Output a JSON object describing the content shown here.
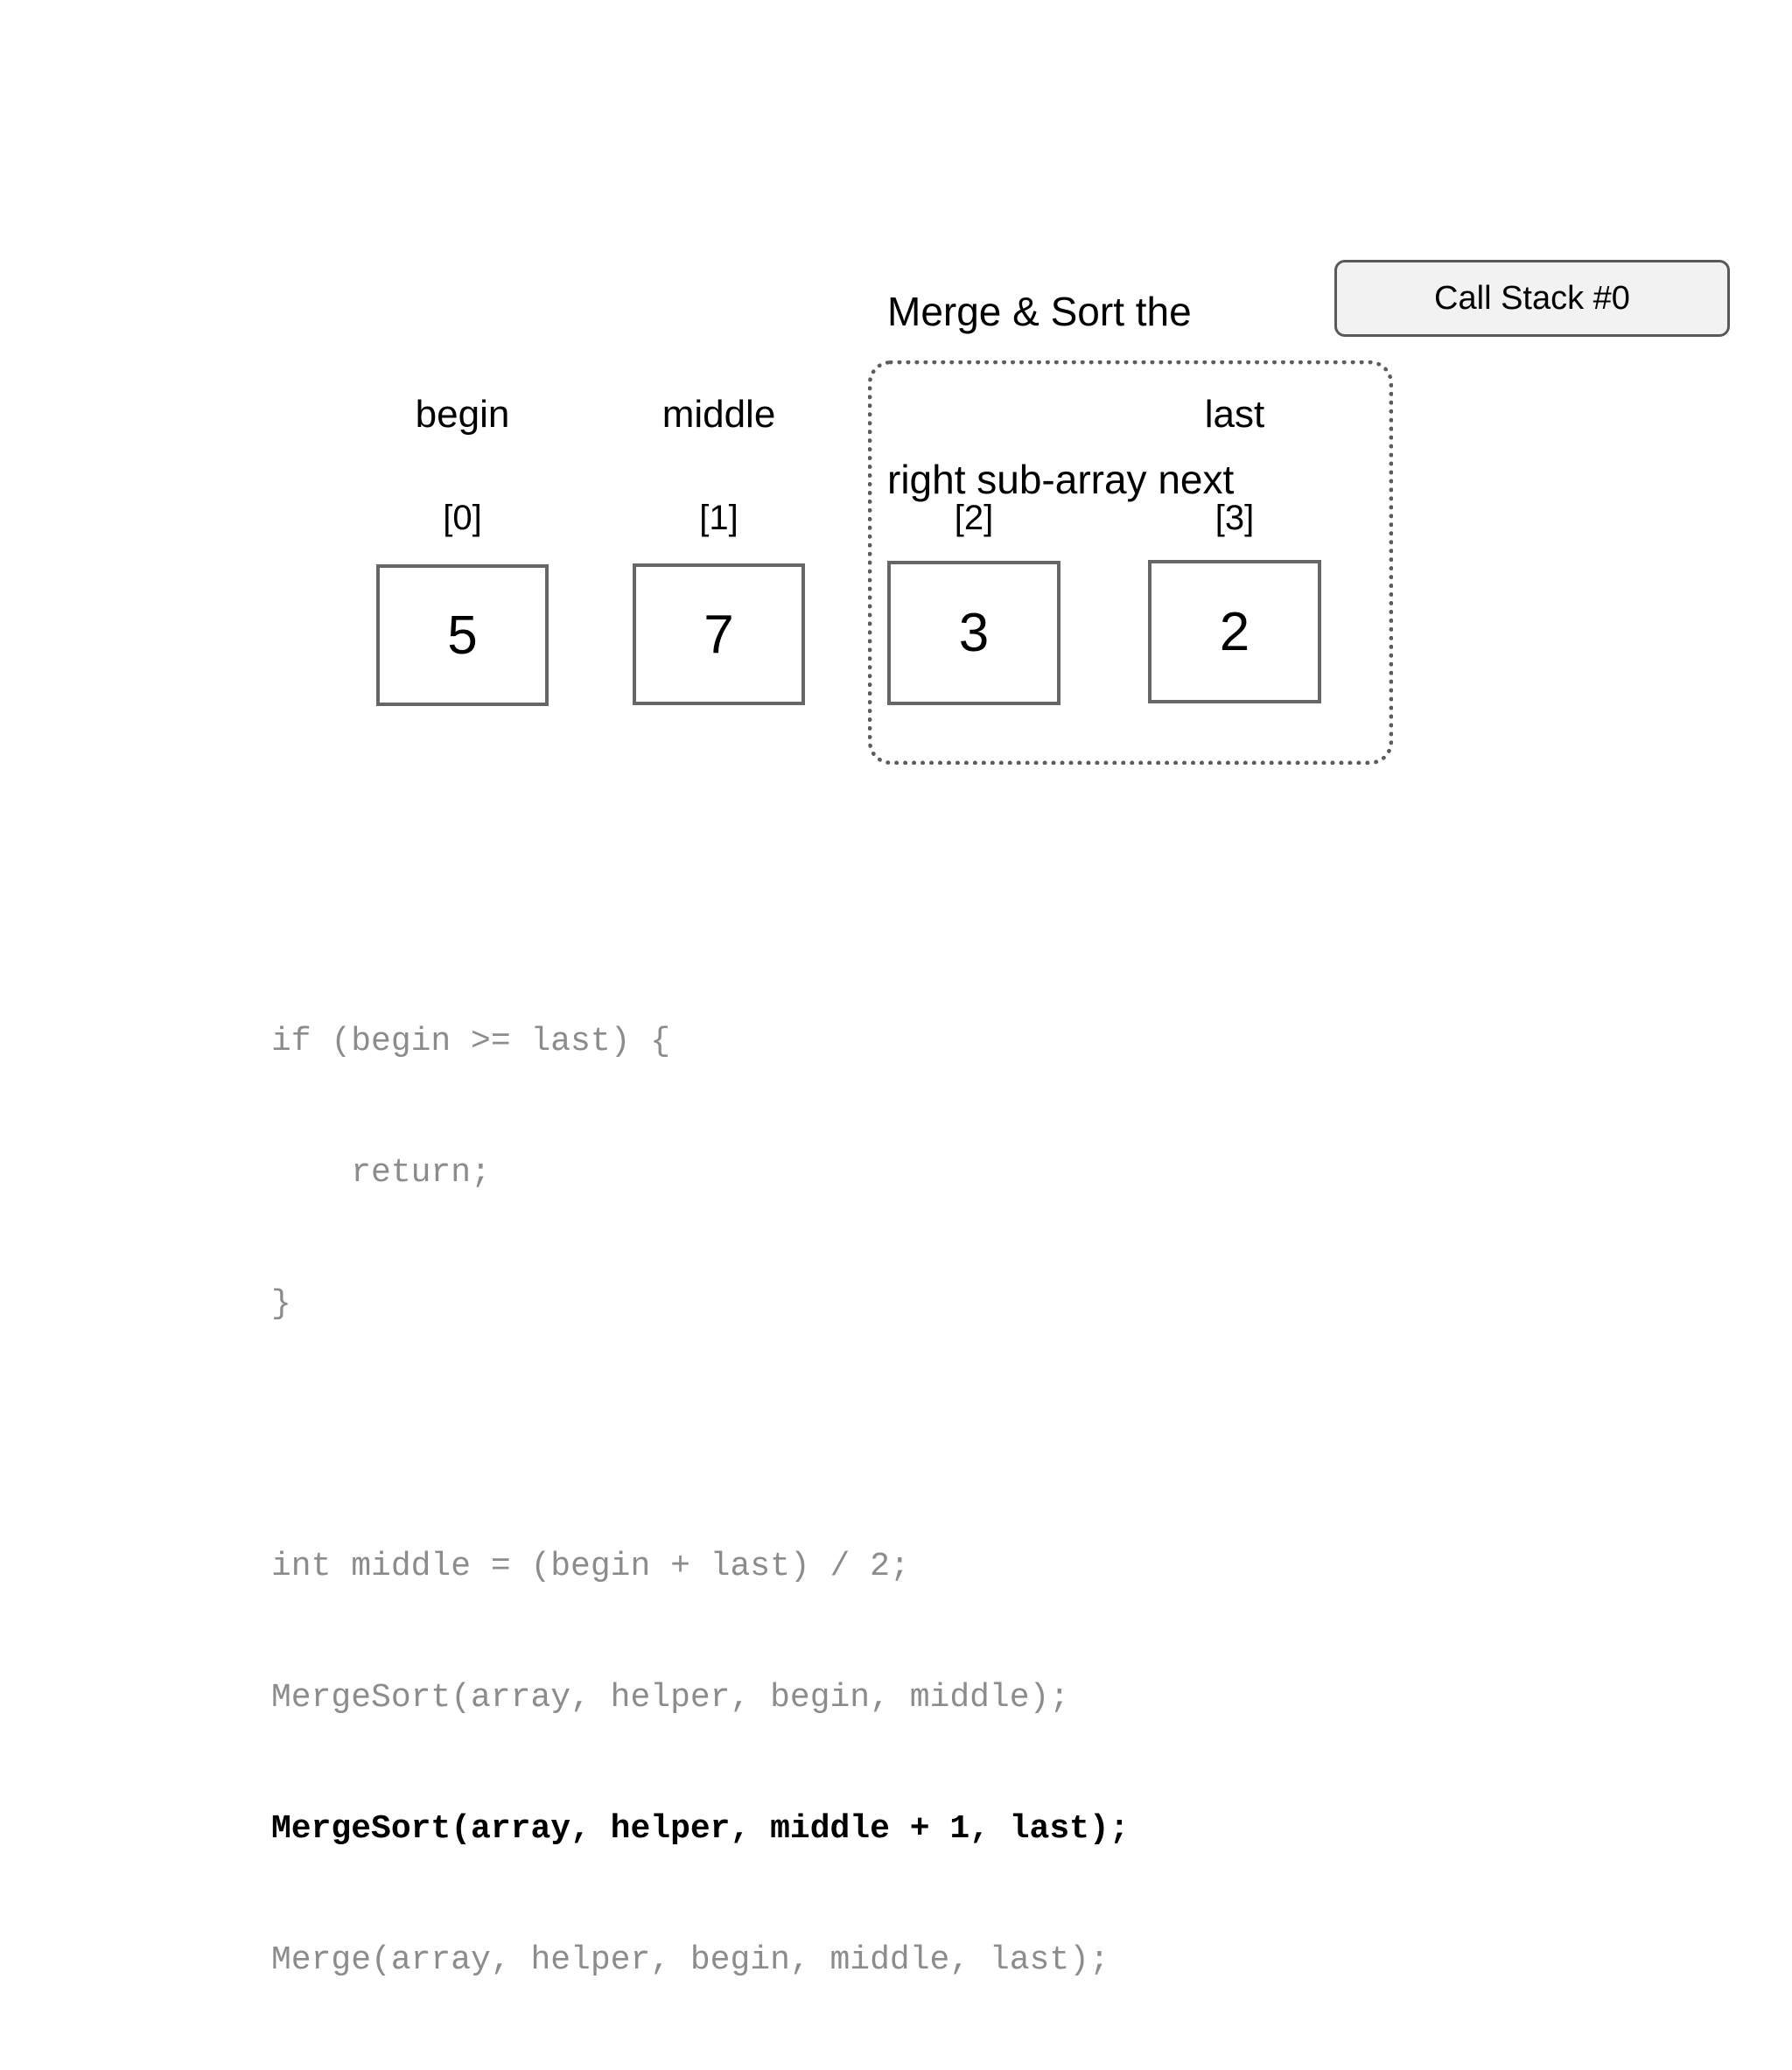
{
  "slide": {
    "caption_lines": [
      "Merge & Sort the",
      "right sub-array next"
    ],
    "call_stack_label": "Call Stack #0"
  },
  "array": {
    "cells": [
      {
        "index_label": "[0]",
        "pointer_label": "begin",
        "value": "5",
        "highlighted": false
      },
      {
        "index_label": "[1]",
        "pointer_label": "middle",
        "value": "7",
        "highlighted": false
      },
      {
        "index_label": "[2]",
        "pointer_label": "",
        "value": "3",
        "highlighted": true
      },
      {
        "index_label": "[3]",
        "pointer_label": "last",
        "value": "2",
        "highlighted": true
      }
    ]
  },
  "code": {
    "lines": [
      {
        "text": "if (begin >= last) {",
        "bold": false
      },
      {
        "text": "    return;",
        "bold": false
      },
      {
        "text": "}",
        "bold": false
      },
      {
        "text": "",
        "bold": false
      },
      {
        "text": "int middle = (begin + last) / 2;",
        "bold": false
      },
      {
        "text": "MergeSort(array, helper, begin, middle);",
        "bold": false
      },
      {
        "text": "MergeSort(array, helper, middle + 1, last);",
        "bold": true
      },
      {
        "text": "Merge(array, helper, begin, middle, last);",
        "bold": false
      }
    ]
  },
  "colors": {
    "background": "#ffffff",
    "cell_border": "#666666",
    "highlight_dotted": "#5c5c5c",
    "badge_fill": "#f2f2f2",
    "badge_border": "#595959",
    "code_dim": "#8c8c8c",
    "code_active": "#000000"
  }
}
